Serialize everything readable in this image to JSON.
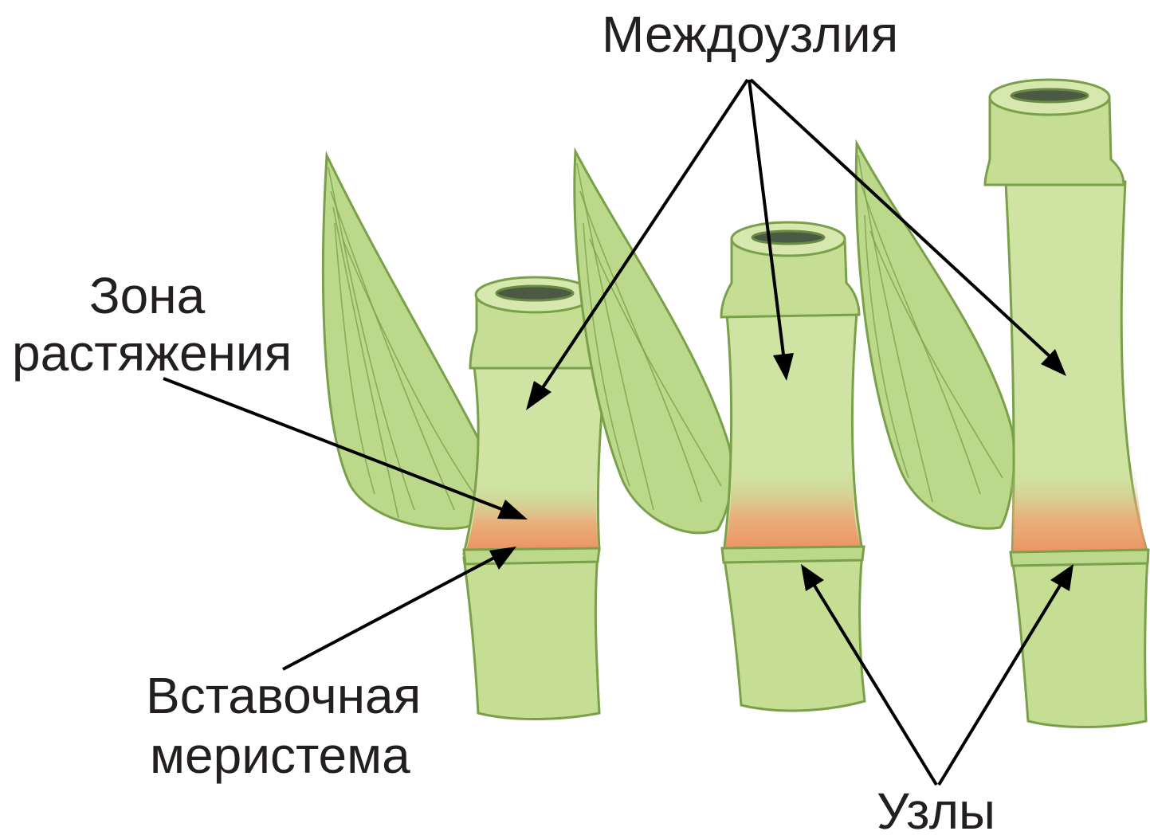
{
  "labels": {
    "internodes": "Междоузлия",
    "elongation_line1": "Зона",
    "elongation_line2": "растяжения",
    "meristem_line1": "Вставочная",
    "meristem_line2": "меристема",
    "nodes": "Узлы"
  },
  "colors": {
    "stem": "#c6dd94",
    "leaf": "#bcd98b",
    "outline": "#7aa04a",
    "meristem": "#f08a5d",
    "arrow": "#000000"
  }
}
